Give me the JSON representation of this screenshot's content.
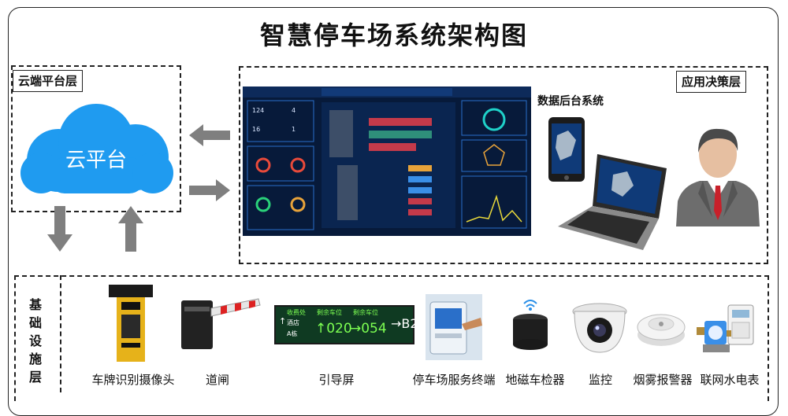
{
  "title": "智慧停车场系统架构图",
  "cloud_layer": {
    "label": "云端平台层",
    "cloud_text": "云平台"
  },
  "app_layer": {
    "label": "应用决策层",
    "backend_label": "数据后台系统",
    "dashboard_numbers": [
      "124",
      "4",
      "16",
      "1"
    ]
  },
  "infra_layer": {
    "label": "基础设施层",
    "label_chars": [
      "基",
      "础",
      "设",
      "施",
      "层"
    ],
    "devices": [
      {
        "label": "车牌识别摄像头"
      },
      {
        "label": "道闸"
      },
      {
        "label": "引导屏"
      },
      {
        "label": "停车场服务终端"
      },
      {
        "label": "地磁车检器"
      },
      {
        "label": "监控"
      },
      {
        "label": "烟雾报警器"
      },
      {
        "label": "联网水电表"
      }
    ]
  },
  "guide_screen": {
    "left_top": "收费处",
    "left_mid": "酒店",
    "left_bottom": "A栋",
    "slot1_label": "剩余车位",
    "slot1_value": "↑020",
    "slot2_label": "剩余车位",
    "slot2_value": "→054",
    "right": "→B2"
  },
  "colors": {
    "cloud": "#1f9bf0",
    "arrow": "#7f7f7f",
    "dashboard_bg": "#071a3a",
    "guide_bg": "#0f3a22",
    "guide_text": "#7dff52"
  }
}
